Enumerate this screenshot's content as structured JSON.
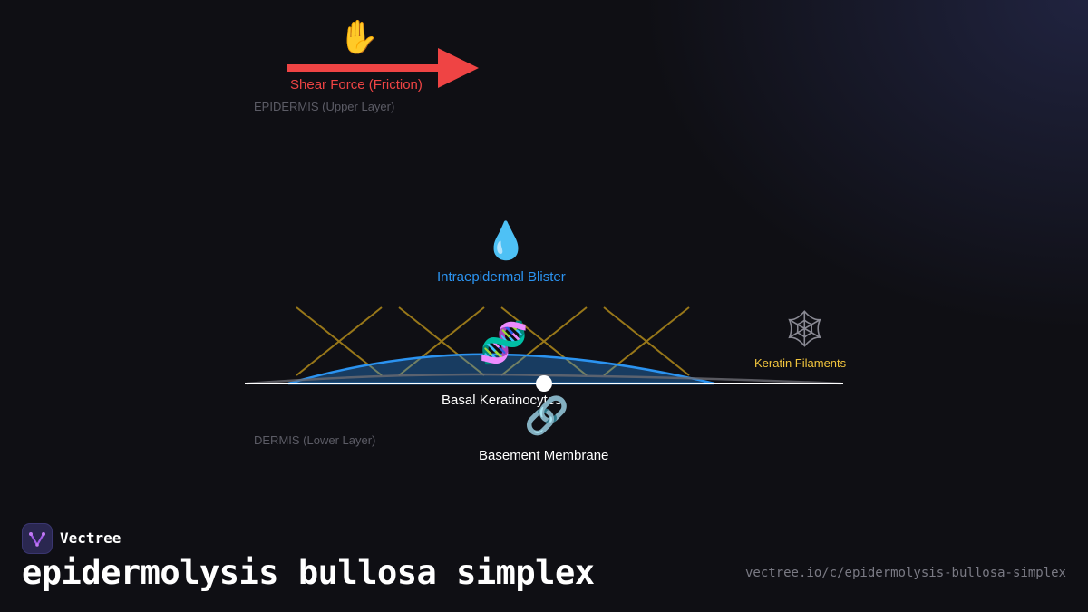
{
  "diagram": {
    "shear_force": {
      "icon": "✋",
      "icon_name": "raised-hand-icon",
      "label": "Shear Force (Friction)",
      "color": "#ef4444"
    },
    "epidermis_label": "EPIDERMIS (Upper Layer)",
    "dermis_label": "DERMIS (Lower Layer)",
    "blister": {
      "icon": "💧",
      "icon_name": "droplet-icon",
      "label": "Intraepidermal Blister",
      "color": "#2b93f0"
    },
    "keratin": {
      "icon": "🕸",
      "icon_name": "spider-web-icon",
      "label": "Keratin Filaments",
      "color": "#f2c53d"
    },
    "basal": {
      "icon": "🧬",
      "icon_name": "dna-icon",
      "label": "Basal Keratinocytes"
    },
    "membrane": {
      "icon": "🔗",
      "icon_name": "link-icon",
      "label": "Basement Membrane"
    }
  },
  "footer": {
    "brand": "Vectree",
    "title": "epidermolysis bullosa simplex",
    "url": "vectree.io/c/epidermolysis-bullosa-simplex"
  }
}
